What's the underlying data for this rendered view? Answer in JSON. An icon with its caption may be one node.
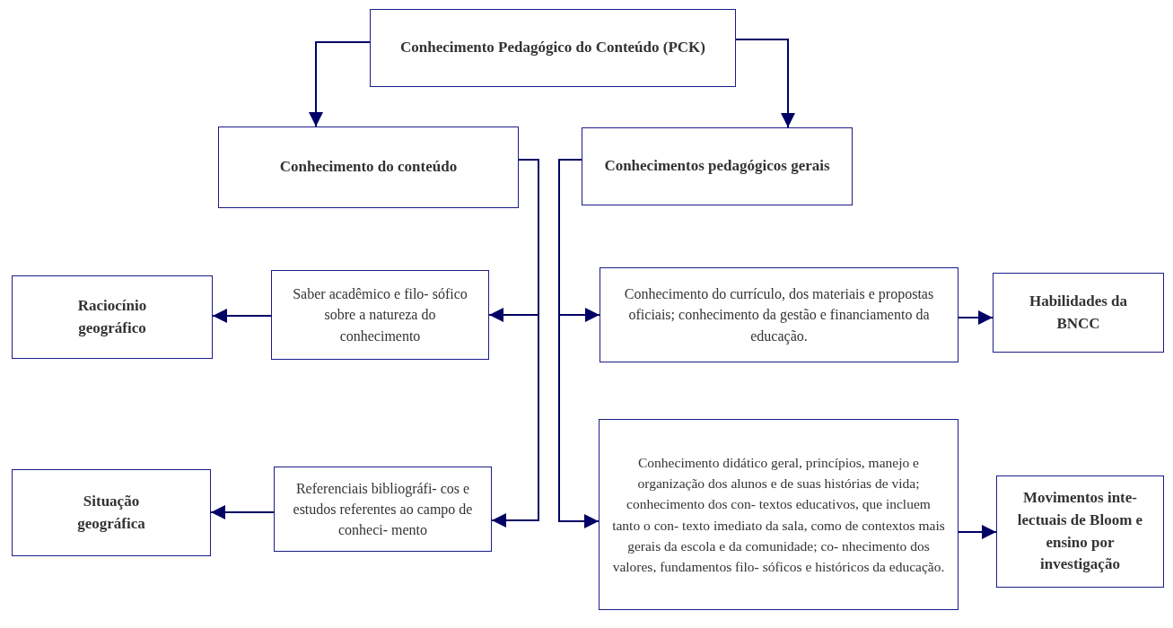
{
  "diagram": {
    "nodes": [
      {
        "text": [
          "Conhecimento Pedagógico do Conteúdo (PCK)"
        ]
      },
      {
        "text": [
          "Conhecimento do conteúdo"
        ]
      },
      {
        "text": [
          "Conhecimentos pedagógicos gerais"
        ]
      },
      {
        "text": [
          "Raciocínio geográfico"
        ]
      },
      {
        "text": [
          "Saber acadêmico e filo- sófico sobre a natureza do conhecimento"
        ]
      },
      {
        "text": [
          "Conhecimento do currículo, dos materiais e propostas oficiais; conhecimento da gestão e financiamento da educação."
        ]
      },
      {
        "text": [
          "Habilidades da BNCC"
        ]
      },
      {
        "text": [
          "Situação geográfica"
        ]
      },
      {
        "text": [
          "Referenciais bibliográfi- cos e estudos referentes ao campo de conheci- mento"
        ]
      },
      {
        "text": [
          "Conhecimento didático geral, princípios, manejo e organização dos alunos e de suas histórias de vida; conhecimento dos con- textos educativos, que incluem tanto o con- texto imediato da sala, como de contextos mais gerais da escola e da comunidade; co- nhecimento dos valores, fundamentos filo- sóficos e históricos da educação."
        ]
      },
      {
        "text": [
          "Movimentos inte- lectuais de Bloom e ensino por investigação"
        ]
      }
    ],
    "edges": [
      {
        "from": 0,
        "to": 1,
        "arrow": "to"
      },
      {
        "from": 0,
        "to": 2,
        "arrow": "to"
      },
      {
        "from": 1,
        "to": 4,
        "arrow": "to"
      },
      {
        "from": 1,
        "to": 8,
        "arrow": "to"
      },
      {
        "from": 2,
        "to": 5,
        "arrow": "to"
      },
      {
        "from": 2,
        "to": 9,
        "arrow": "to"
      },
      {
        "from": 4,
        "to": 3,
        "arrow": "to"
      },
      {
        "from": 8,
        "to": 7,
        "arrow": "to"
      },
      {
        "from": 5,
        "to": 6,
        "arrow": "to"
      },
      {
        "from": 9,
        "to": 10,
        "arrow": "to"
      }
    ]
  }
}
